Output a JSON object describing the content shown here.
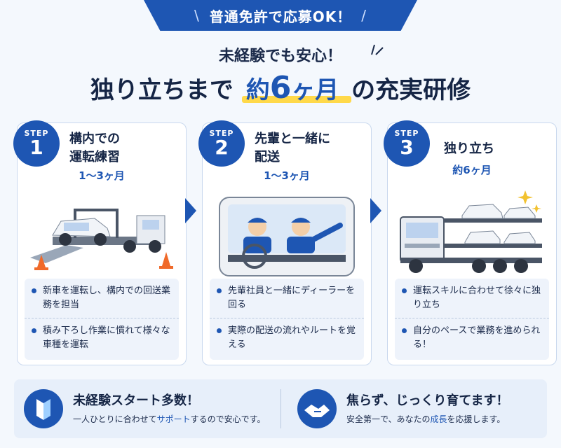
{
  "banner": {
    "text": "普通免許で応募OK！",
    "slash_left": "\\",
    "slash_right": "/"
  },
  "headline": {
    "line1": "未経験でも安心！",
    "line2_pre": "独り立ちまで",
    "line2_hl_pre": "約",
    "line2_hl_num": "6",
    "line2_hl_post": "ヶ月",
    "line2_post": "の充実研修"
  },
  "steps": [
    {
      "label": "STEP",
      "num": "1",
      "title1": "構内での",
      "title2": "運転練習",
      "duration": "1〜3ヶ月",
      "bullets": [
        "新車を運転し、構内での回送業務を担当",
        "積み下ろし作業に慣れて様々な車種を運転"
      ]
    },
    {
      "label": "STEP",
      "num": "2",
      "title1": "先輩と一緒に",
      "title2": "配送",
      "duration": "1〜3ヶ月",
      "bullets": [
        "先輩社員と一緒にディーラーを回る",
        "実際の配送の流れやルートを覚える"
      ]
    },
    {
      "label": "STEP",
      "num": "3",
      "title1": "独り立ち",
      "title2": "",
      "duration": "約6ヶ月",
      "bullets": [
        "運転スキルに合わせて徐々に独り立ち",
        "自分のペースで業務を進められる！"
      ]
    }
  ],
  "features": [
    {
      "title": "未経験スタート多数！",
      "desc_pre": "一人ひとりに合わせて",
      "desc_em": "サポート",
      "desc_post": "するので安心です。",
      "icon": "beginner-mark-icon"
    },
    {
      "title": "焦らず、じっくり育てます！",
      "desc_pre": "安全第一で、あなたの",
      "desc_em": "成長",
      "desc_post": "を応援します。",
      "icon": "handshake-icon"
    }
  ],
  "colors": {
    "accent": "#1e56b3",
    "highlight": "#ffd94a"
  }
}
